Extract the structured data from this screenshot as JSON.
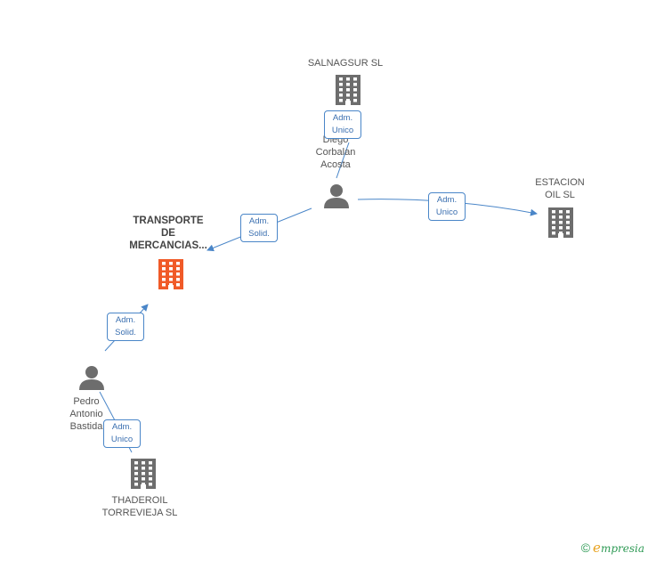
{
  "nodes": {
    "salnagsur": {
      "label": "SALNAGSUR SL",
      "type": "company"
    },
    "diego": {
      "label_lines": [
        "Diego",
        "Corbalan",
        "Acosta"
      ],
      "type": "person"
    },
    "estacion": {
      "label_lines": [
        "ESTACION",
        "OIL SL"
      ],
      "type": "company"
    },
    "transporte": {
      "label_lines": [
        "TRANSPORTE",
        "DE",
        "MERCANCIAS..."
      ],
      "type": "company",
      "highlighted": true
    },
    "pedro": {
      "label_lines": [
        "Pedro",
        "Antonio",
        "Bastida"
      ],
      "type": "person"
    },
    "thaderoil": {
      "label_lines": [
        "THADEROIL",
        "TORREVIEJA SL"
      ],
      "type": "company"
    }
  },
  "edges": [
    {
      "from": "diego",
      "to": "salnagsur",
      "role_lines": [
        "Adm.",
        "Unico"
      ]
    },
    {
      "from": "diego",
      "to": "estacion",
      "role_lines": [
        "Adm.",
        "Unico"
      ]
    },
    {
      "from": "diego",
      "to": "transporte",
      "role_lines": [
        "Adm.",
        "Solid."
      ]
    },
    {
      "from": "pedro",
      "to": "transporte",
      "role_lines": [
        "Adm.",
        "Solid."
      ]
    },
    {
      "from": "pedro",
      "to": "thaderoil",
      "role_lines": [
        "Adm.",
        "Unico"
      ]
    }
  ],
  "colors": {
    "company": "#6d6d6d",
    "person": "#6d6d6d",
    "highlight": "#f05a28",
    "edge": "#4a86c8"
  },
  "brand": {
    "copyright": "©",
    "name_initial": "e",
    "name_rest": "mpresia"
  }
}
